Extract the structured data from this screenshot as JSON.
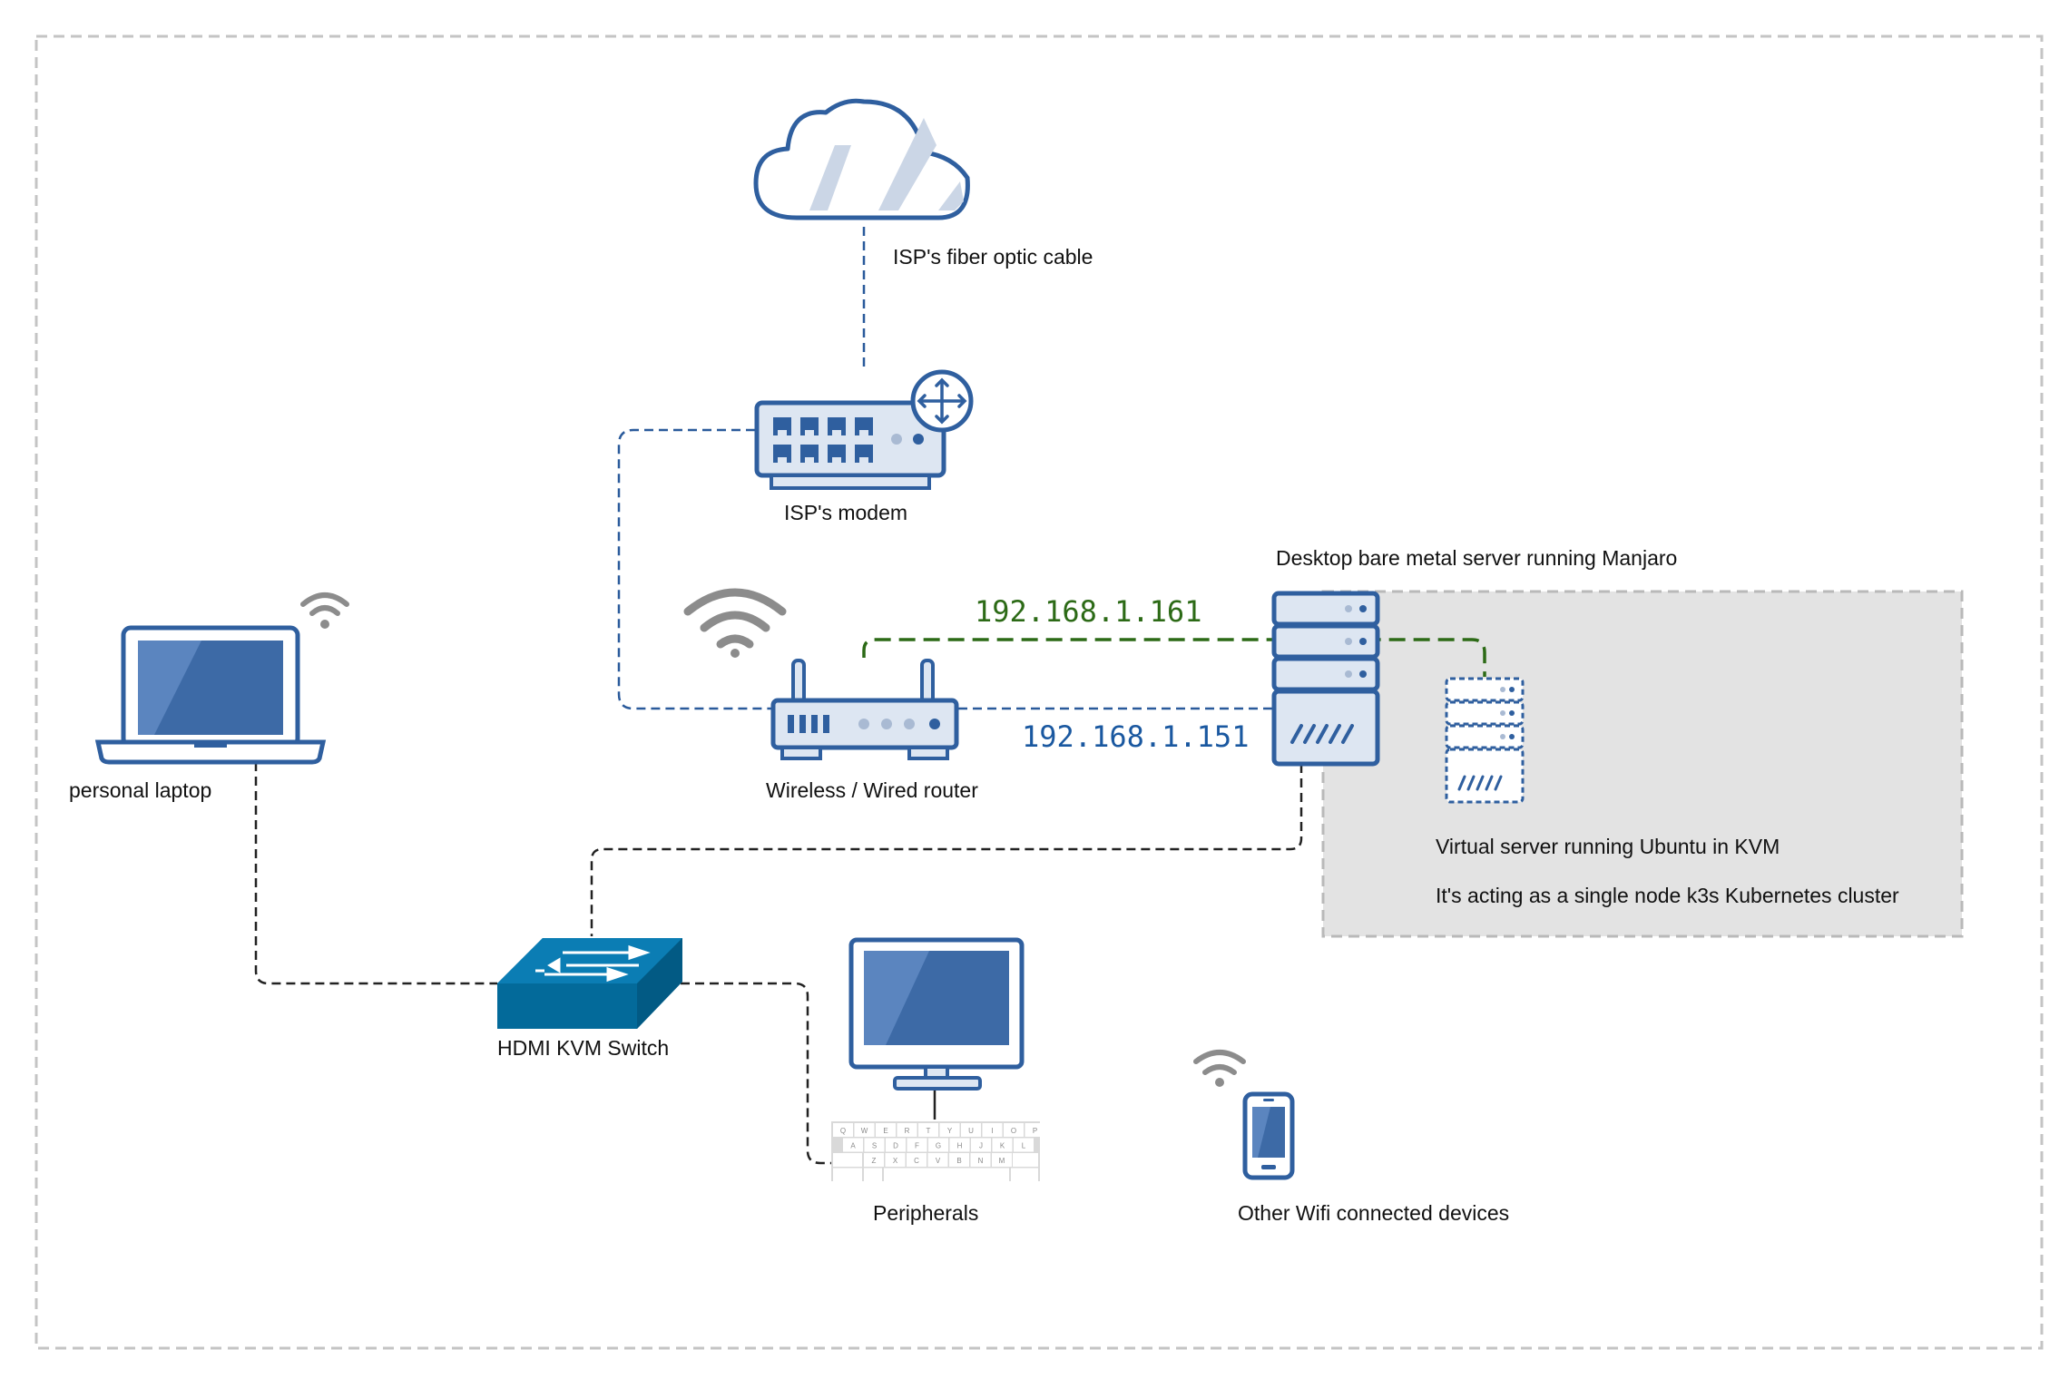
{
  "labels": {
    "cloud": "ISP's fiber optic cable",
    "modem": "ISP's modem",
    "router": "Wireless / Wired router",
    "desktop_server": "Desktop bare metal server running Manjaro",
    "laptop": "personal laptop",
    "kvm_switch": "HDMI KVM Switch",
    "peripherals": "Peripherals",
    "wifi_devices": "Other Wifi connected devices",
    "virtual_server": "Virtual server running Ubuntu in KVM",
    "k3s_note": "It's acting as a single node k3s Kubernetes cluster"
  },
  "ips": {
    "vm_ip": "192.168.1.161",
    "server_ip": "192.168.1.151"
  },
  "keyboard": {
    "row1": [
      "Q",
      "W",
      "E",
      "R",
      "T",
      "Y",
      "U",
      "I",
      "O",
      "P"
    ],
    "row2": [
      "A",
      "S",
      "D",
      "F",
      "G",
      "H",
      "J",
      "K",
      "L"
    ],
    "row3": [
      "Z",
      "X",
      "C",
      "V",
      "B",
      "N",
      "M"
    ]
  },
  "colors": {
    "device_blue": "#2f5f9f",
    "screen_blue": "#3d6aa6",
    "device_fill": "#dde6f2",
    "switch_teal": "#036a9a",
    "wifi_gray": "#8c8c8c",
    "green_link": "#2c6a16",
    "ip_blue": "#1a58a0",
    "vm_area": "#e3e3e3"
  },
  "icons": [
    "cloud-icon",
    "modem-icon",
    "router-crossarrows-icon",
    "router-icon",
    "wifi-icon",
    "server-icon",
    "virtual-server-icon",
    "laptop-icon",
    "network-switch-icon",
    "monitor-icon",
    "keyboard-icon",
    "smartphone-icon"
  ]
}
